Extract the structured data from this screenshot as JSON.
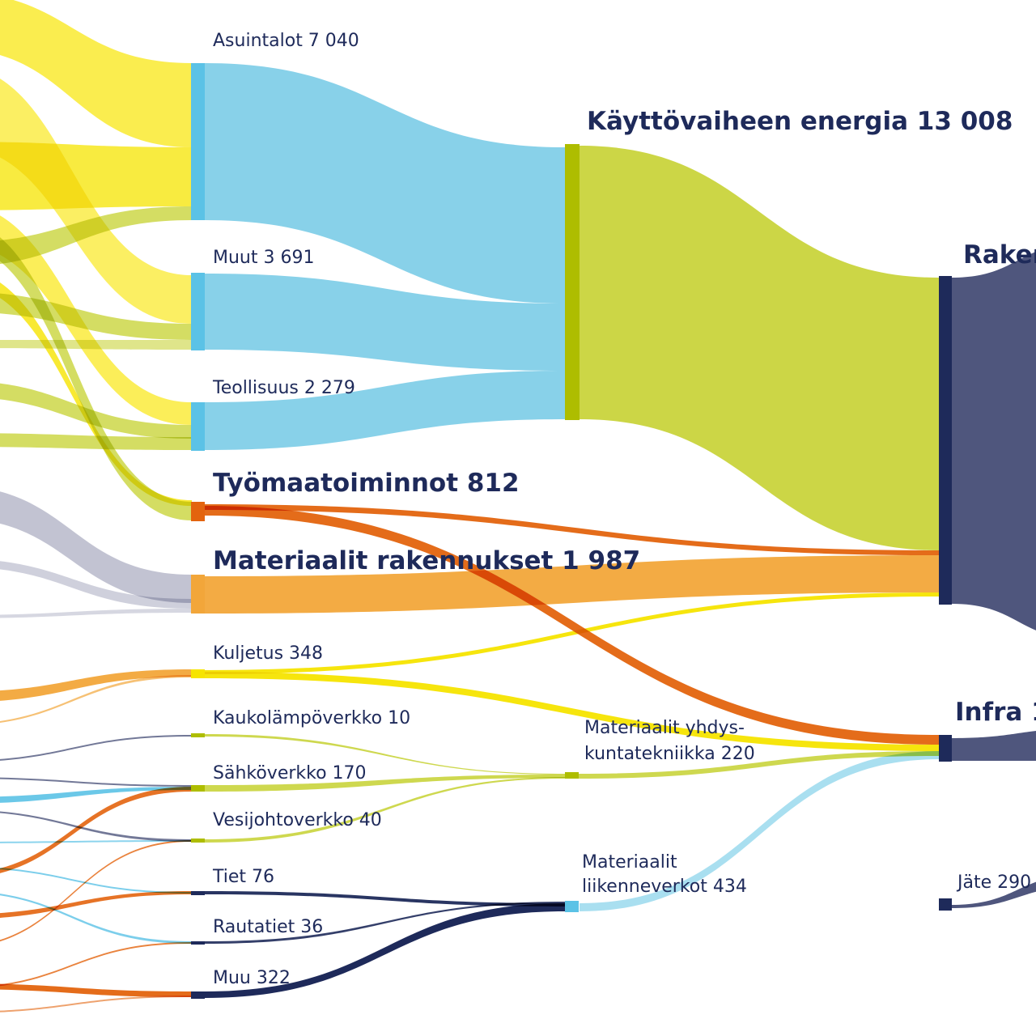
{
  "colors": {
    "text": "#1e2a5a",
    "yellow": "#f6e400",
    "lightyellow": "#faeb3c",
    "lightblue": "#82cfe8",
    "skyblue": "#5bc2e6",
    "paleblue": "#a9dff0",
    "lime": "#c9d43c",
    "olive": "#aebd00",
    "orange": "#f2a63a",
    "darkorange": "#e3640e",
    "navy": "#1e2a5a",
    "slate": "#4f567d",
    "grey": "#bbbccd"
  },
  "labels": {
    "asuintalot": "Asuintalot 7 040",
    "muut": "Muut 3 691",
    "teollisuus": "Teollisuus 2 279",
    "tyomaa": "Työmaatoiminnot 812",
    "materiaalit_rak": "Materiaalit rakennukset 1 987",
    "kuljetus": "Kuljetus 348",
    "kaukolampo": "Kaukolämpöverkko 10",
    "sahkoverkko": "Sähköverkko 170",
    "vesijohto": "Vesijohtoverkko 40",
    "tiet": "Tiet 76",
    "rautatiet": "Rautatiet 36",
    "muu": "Muu 322",
    "kayttovaihe": "Käyttövaiheen energia 13 008",
    "yhdys_1": "Materiaalit yhdys-",
    "yhdys_2": "kuntatekniikka 220",
    "liikenne_1": "Materiaalit",
    "liikenne_2": "liikenneverkot 434",
    "rakennukset": "Rakennukset",
    "infra": "Infra 1",
    "jate": "Jäte 290"
  }
}
